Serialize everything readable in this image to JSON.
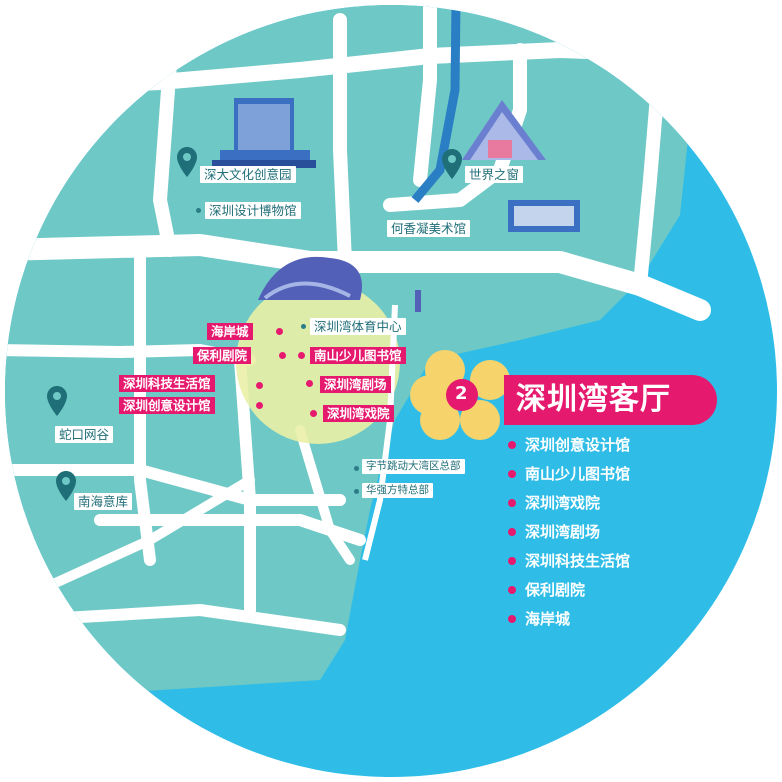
{
  "map": {
    "title": "深圳湾客厅",
    "badge_number": "2",
    "colors": {
      "sea": "#2fbde8",
      "land": "#6ec8c5",
      "road": "#ffffff",
      "river": "#2a7fc4",
      "accent": "#e5196d",
      "zone": "#eaf0a6",
      "flower": "#f7d46b"
    },
    "hall_list": [
      "深圳创意设计馆",
      "南山少儿图书馆",
      "深圳湾戏院",
      "深圳湾剧场",
      "深圳科技生活馆",
      "保利剧院",
      "海岸城"
    ],
    "pin_labels": {
      "culture_park": "深大文化创意园",
      "design_museum": "深圳设计博物馆",
      "window_world": "世界之窗",
      "hxn_museum": "何香凝美术馆",
      "shekou": "蛇口网谷",
      "nanhai": "南海意库"
    },
    "venue_labels": {
      "coastal_city": "海岸城",
      "sports_center": "深圳湾体育中心",
      "poly_theater": "保利剧院",
      "kids_library": "南山少儿图书馆",
      "tech_life": "深圳科技生活馆",
      "bay_theater": "深圳湾剧场",
      "creative_design": "深圳创意设计馆",
      "bay_opera": "深圳湾戏院",
      "bytedance": "字节跳动大湾区总部",
      "fantawild": "华强方特总部"
    }
  }
}
